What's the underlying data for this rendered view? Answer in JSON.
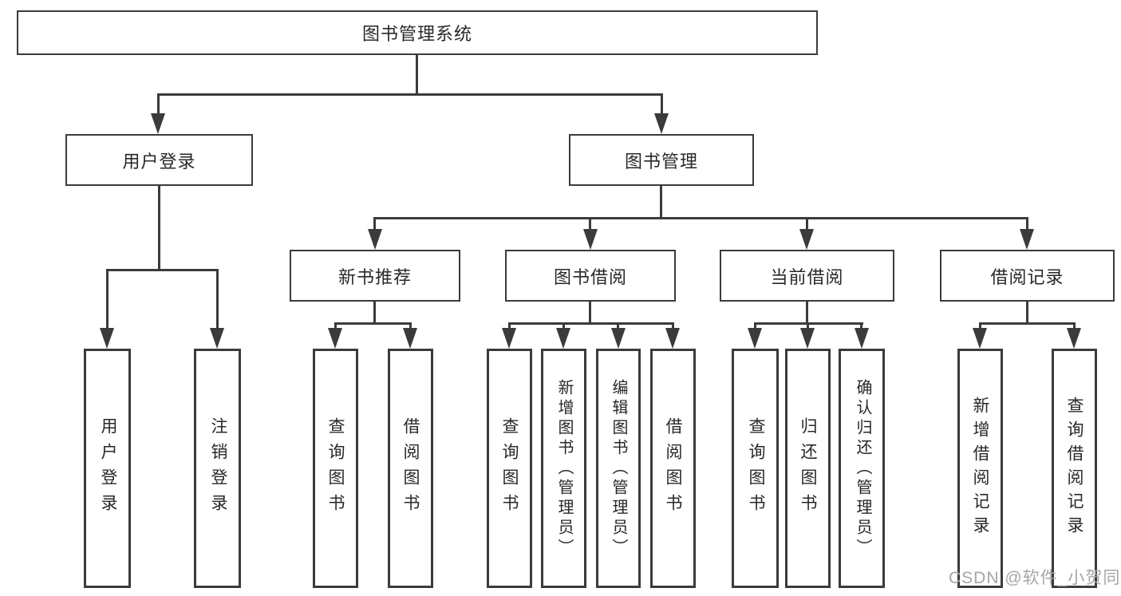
{
  "tree": {
    "label": "图书管理系统",
    "children": [
      {
        "label": "用户登录",
        "children": [
          {
            "label": "用户登录"
          },
          {
            "label": "注销登录"
          }
        ]
      },
      {
        "label": "图书管理",
        "children": [
          {
            "label": "新书推荐",
            "children": [
              {
                "label": "查询图书"
              },
              {
                "label": "借阅图书"
              }
            ]
          },
          {
            "label": "图书借阅",
            "children": [
              {
                "label": "查询图书"
              },
              {
                "label": "新增图书（管理员）"
              },
              {
                "label": "编辑图书（管理员）"
              },
              {
                "label": "借阅图书"
              }
            ]
          },
          {
            "label": "当前借阅",
            "children": [
              {
                "label": "查询图书"
              },
              {
                "label": "归还图书"
              },
              {
                "label": "确认归还（管理员）"
              }
            ]
          },
          {
            "label": "借阅记录",
            "children": [
              {
                "label": "新增借阅记录"
              },
              {
                "label": "查询借阅记录"
              }
            ]
          }
        ]
      }
    ]
  },
  "watermark": "CSDN @软件_小贺同学",
  "colors": {
    "line": "#3b3b3b",
    "text": "#282828",
    "watermark": "#a6a6a6",
    "background": "#ffffff"
  }
}
